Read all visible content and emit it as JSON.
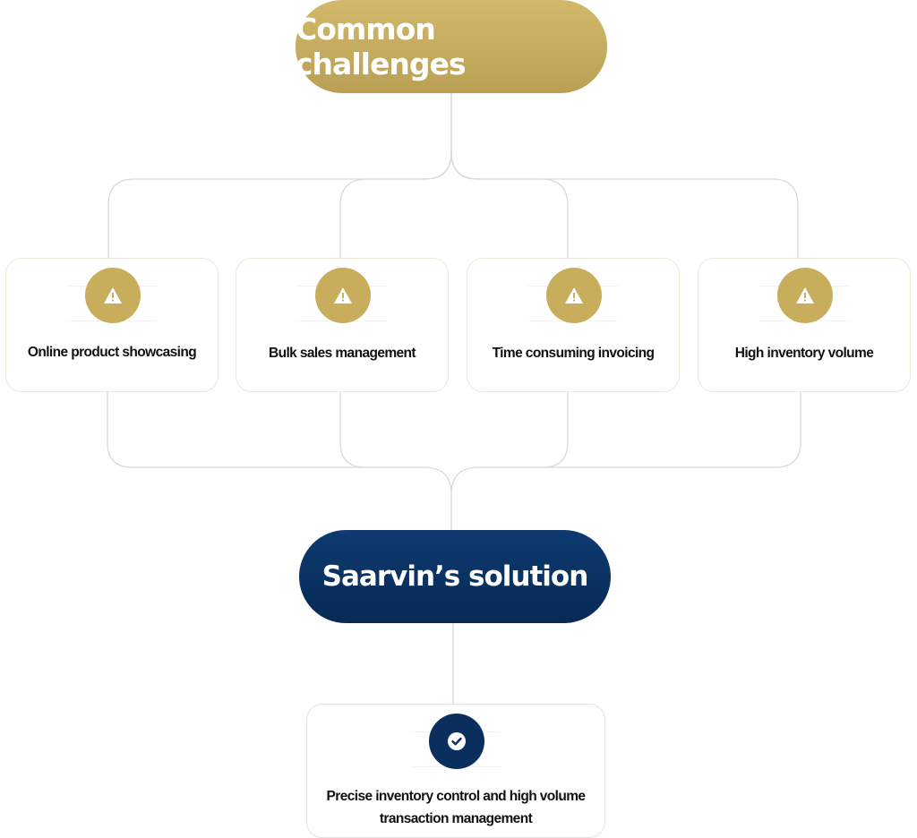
{
  "header": {
    "title": "Common challenges"
  },
  "challenges": [
    {
      "label": "Online product showcasing",
      "icon": "warning-icon"
    },
    {
      "label": "Bulk sales management",
      "icon": "warning-icon"
    },
    {
      "label": "Time consuming invoicing",
      "icon": "warning-icon"
    },
    {
      "label": "High inventory volume",
      "icon": "warning-icon"
    }
  ],
  "solution": {
    "title": "Saarvin’s solution",
    "item": {
      "label": "Precise inventory control and high volume transaction management",
      "icon": "check-icon"
    }
  },
  "colors": {
    "gold": "#c8ae5c",
    "navy": "#0b2f5c",
    "connector": "#d9d9d9"
  }
}
